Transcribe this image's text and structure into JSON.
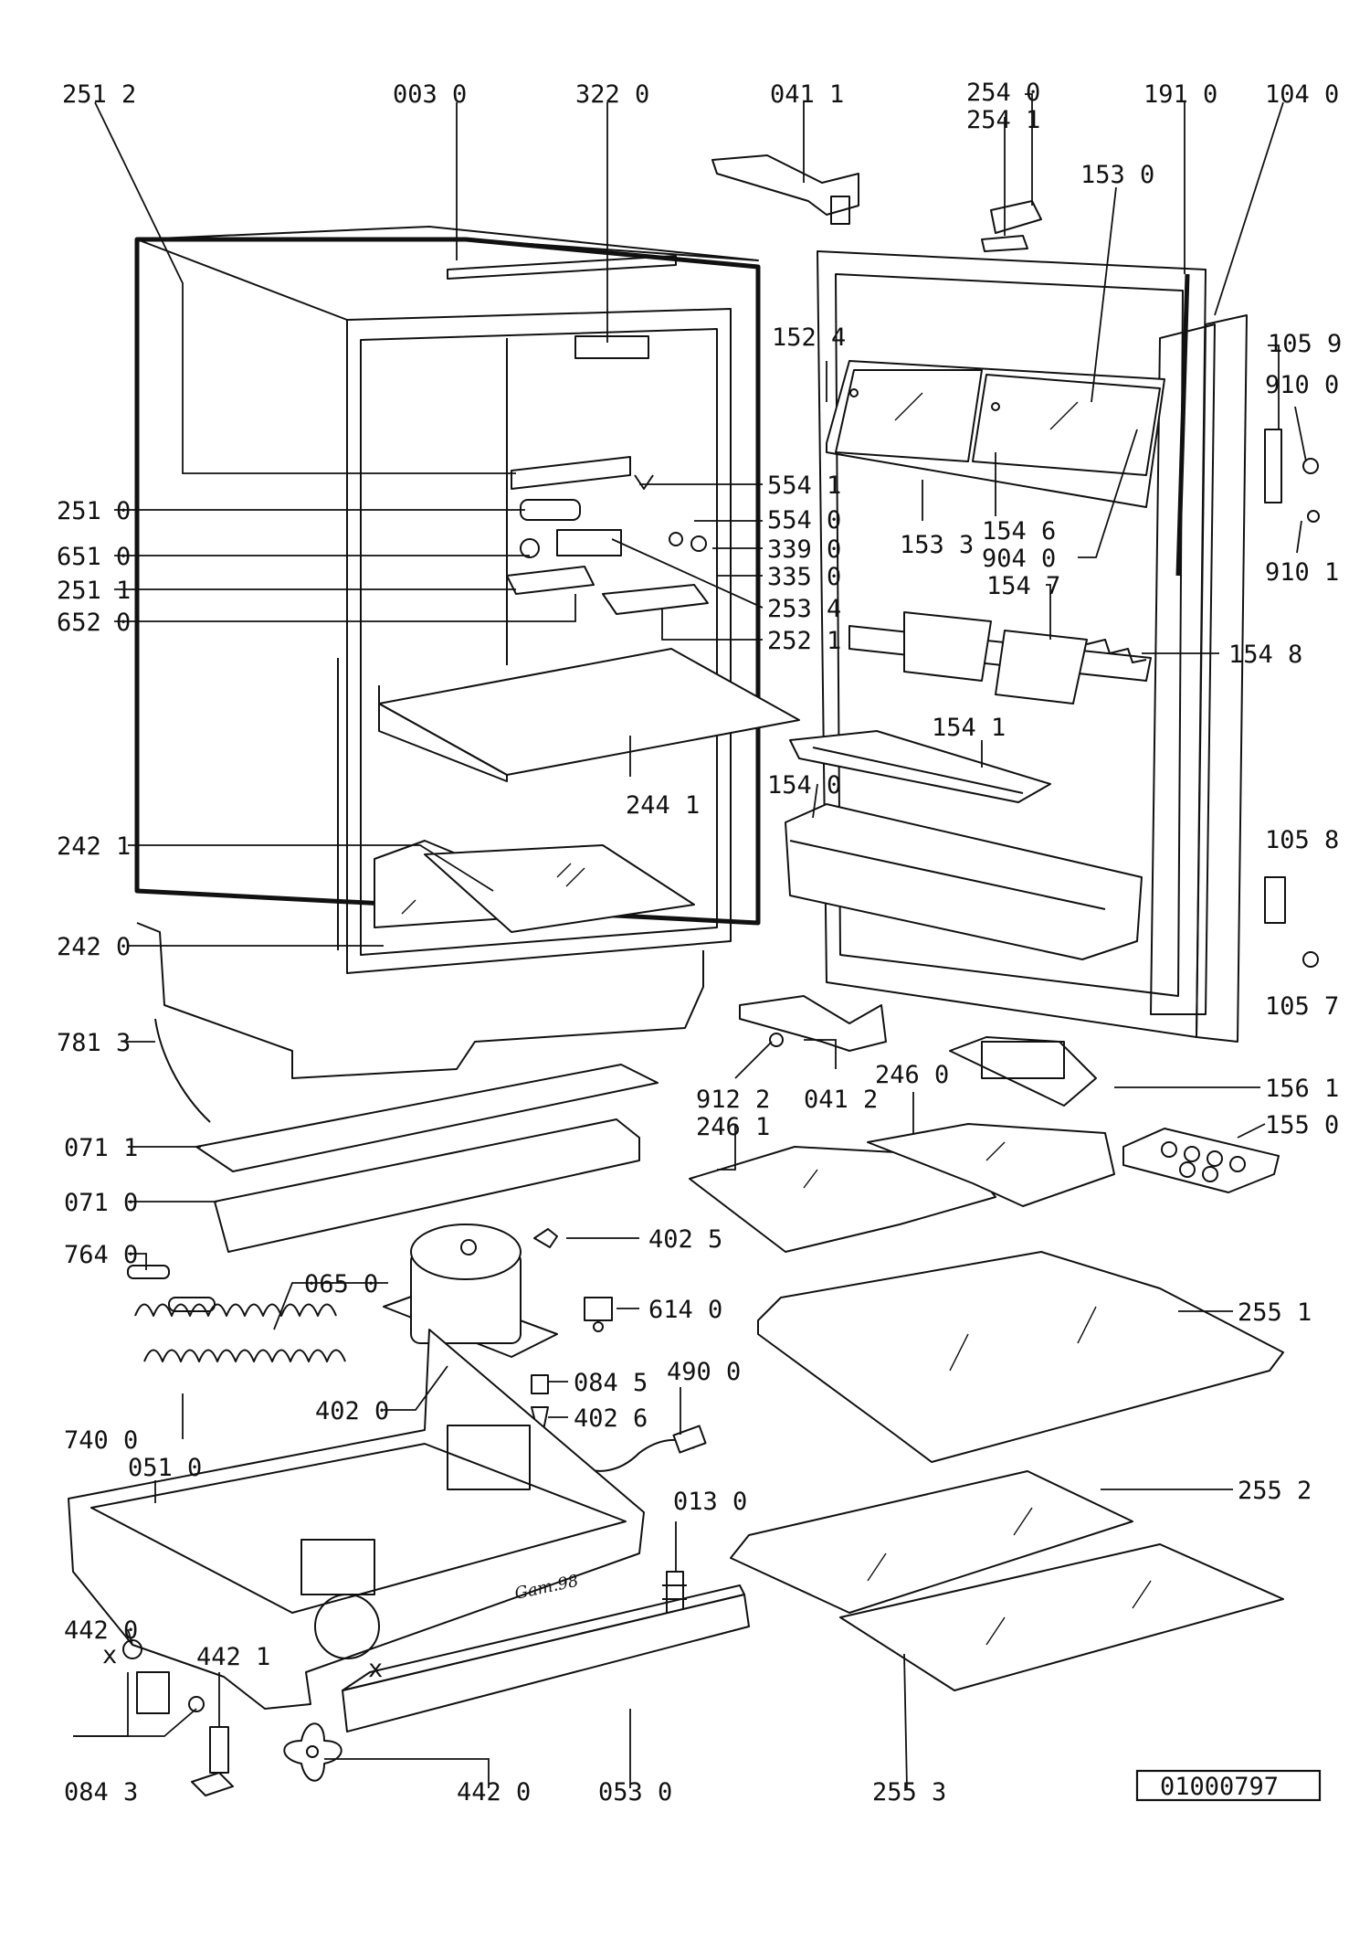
{
  "labels": {
    "l2512": "251 2",
    "l0030": "003 0",
    "l3220": "322 0",
    "l0411": "041 1",
    "l2540": "254 0",
    "l2541": "254 1",
    "l1910": "191 0",
    "l1040": "104 0",
    "l1530": "153 0",
    "l1524": "152 4",
    "l1059": "105 9",
    "l9100": "910 0",
    "l9101": "910 1",
    "l5541": "554 1",
    "l5540": "554 0",
    "l3390": "339 0",
    "l3350": "335 0",
    "l2534": "253 4",
    "l2521": "252 1",
    "l2510": "251 0",
    "l6510": "651 0",
    "l2511": "251 1",
    "l6520": "652 0",
    "l1533": "153 3",
    "l1546": "154 6",
    "l9040": "904 0",
    "l1547": "154 7",
    "l1548": "154 8",
    "l1541": "154 1",
    "l1540": "154 0",
    "l2441": "244 1",
    "l2421": "242 1",
    "l2420": "242 0",
    "l1058": "105 8",
    "l1057": "105 7",
    "l7813": "781 3",
    "l0412": "041 2",
    "l2460": "246 0",
    "l9122": "912 2",
    "l2461": "246 1",
    "l1561": "156 1",
    "l1550": "155 0",
    "l0711": "071 1",
    "l0710": "071 0",
    "l4025": "402 5",
    "l7640": "764 0",
    "l0650": "065 0",
    "l6140": "614 0",
    "l2551": "255 1",
    "l4020": "402 0",
    "l0845": "084 5",
    "l4900": "490 0",
    "l7400": "740 0",
    "l4026": "402 6",
    "l0510": "051 0",
    "l0130": "013 0",
    "l2552": "255 2",
    "l4420a": "442 0",
    "l4421": "442 1",
    "l0843": "084 3",
    "l4420b": "442 0",
    "l0530": "053 0",
    "l2553": "255 3",
    "stamp": "Gam.98",
    "x1": "x",
    "x2": "x"
  },
  "reference_code": "01000797"
}
